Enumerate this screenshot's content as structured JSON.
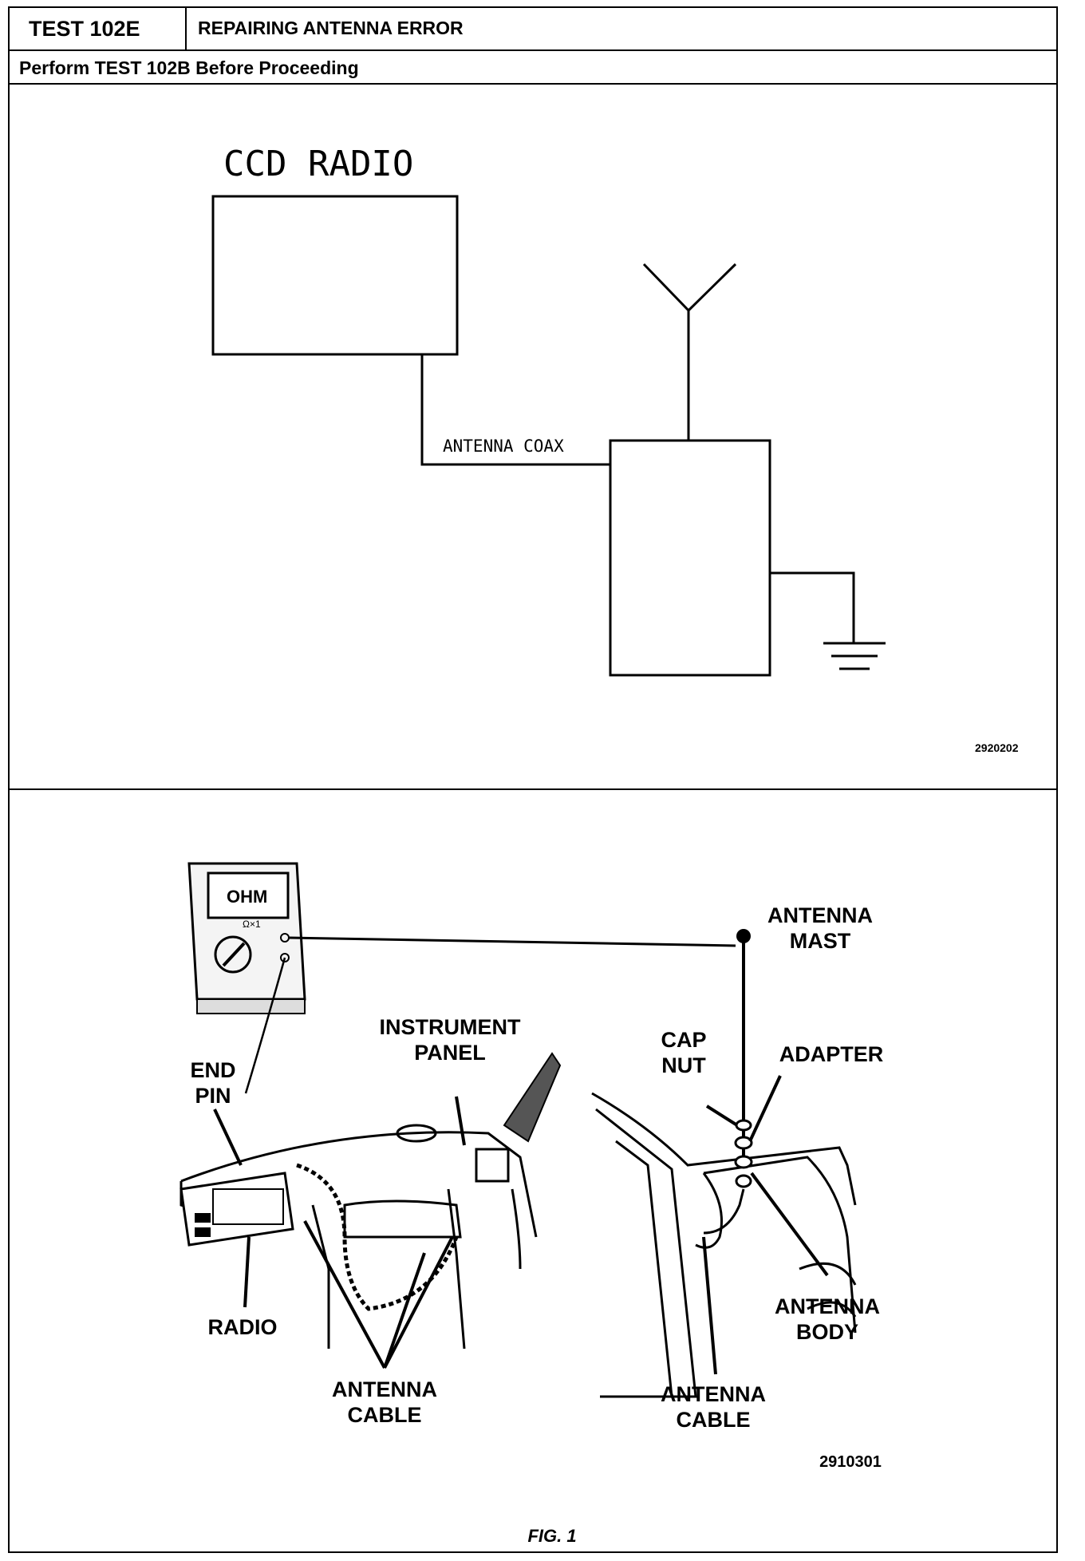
{
  "header": {
    "test_id": "TEST 102E",
    "title": "REPAIRING ANTENNA ERROR",
    "prerequisite": "Perform TEST 102B Before Proceeding"
  },
  "schematic": {
    "radio_label": "CCD RADIO",
    "coax_label": "ANTENNA COAX",
    "figure_code": "2920202"
  },
  "illustration": {
    "meter_display": "OHM",
    "meter_range": "Ω×1",
    "labels": {
      "antenna_mast": [
        "ANTENNA",
        "MAST"
      ],
      "instrument_panel": [
        "INSTRUMENT",
        "PANEL"
      ],
      "end_pin": [
        "END",
        "PIN"
      ],
      "cap_nut": [
        "CAP",
        "NUT"
      ],
      "adapter": "ADAPTER",
      "radio": "RADIO",
      "antenna_cable_left": [
        "ANTENNA",
        "CABLE"
      ],
      "antenna_cable_right": [
        "ANTENNA",
        "CABLE"
      ],
      "antenna_body": [
        "ANTENNA",
        "BODY"
      ]
    },
    "figure_code": "2910301",
    "caption": "FIG. 1"
  }
}
